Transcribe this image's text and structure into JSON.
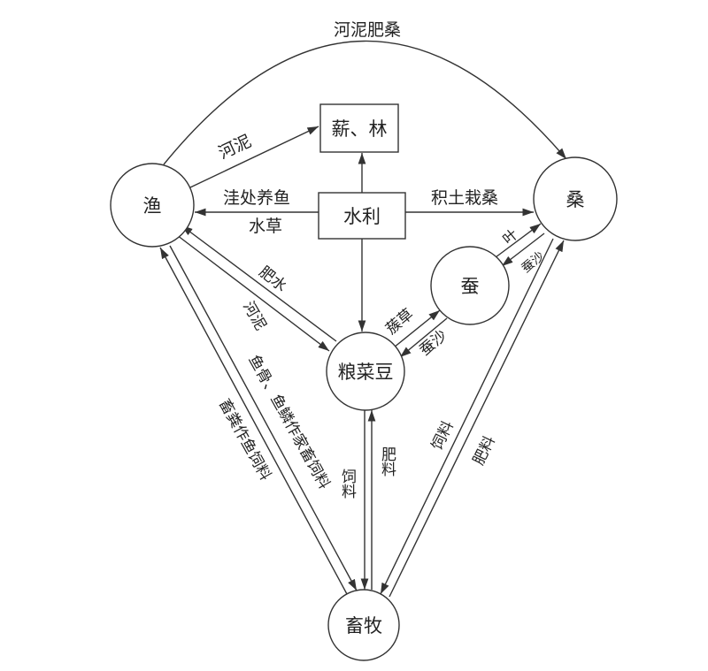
{
  "nodes": {
    "fish": "渔",
    "mulberry": "桑",
    "silkworm": "蚕",
    "grain": "粮菜豆",
    "livestock": "畜牧",
    "water": "水利",
    "firewood": "薪、林"
  },
  "edges": {
    "mud_fertilize_mulberry": "河泥肥桑",
    "mud_to_wood": "河泥",
    "low_fish": "洼处养鱼",
    "water_grass": "水草",
    "soil_mulberry": "积土栽桑",
    "leaf": "叶",
    "silk_sand_1": "蚕沙",
    "cluster_straw": "蔟草",
    "silk_sand_2": "蚕沙",
    "fertile_water": "肥水",
    "river_mud": "河泥",
    "fish_bone": "鱼骨、鱼鳞作家畜饲料",
    "manure_fish": "畜粪作鱼饲料",
    "feed_1": "饲料",
    "fertilizer_1": "肥料",
    "feed_2": "饲料",
    "fertilizer_2": "肥料"
  }
}
